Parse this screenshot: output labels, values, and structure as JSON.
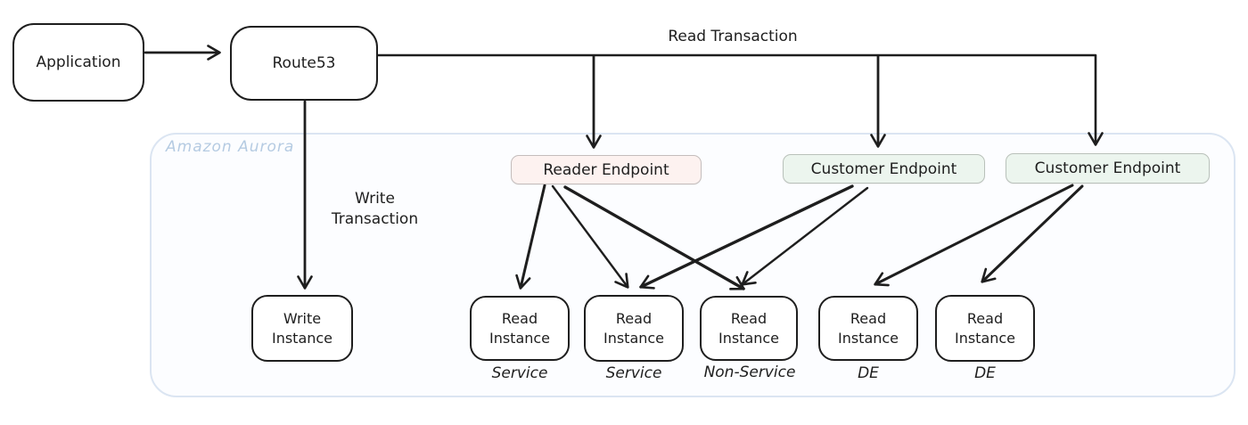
{
  "diagram": {
    "title": "Amazon Aurora read/write routing diagram",
    "colors": {
      "stroke": "#1e1e1e",
      "container_border": "#dbe5f2",
      "container_fill": "#fcfdff",
      "container_label_text": "#b5cbe2",
      "reader_endpoint_fill": "#fdf2f0",
      "customer_endpoint_fill": "#ecf5ee",
      "endpoint_border": "#bdc2be"
    },
    "nodes": {
      "application": {
        "label": "Application"
      },
      "route53": {
        "label": "Route53"
      },
      "aurora_container": {
        "label": "Amazon Aurora"
      },
      "reader_endpoint": {
        "label": "Reader Endpoint"
      },
      "customer_endpoint_1": {
        "label": "Customer Endpoint"
      },
      "customer_endpoint_2": {
        "label": "Customer Endpoint"
      },
      "write_instance": {
        "label": "Write Instance"
      },
      "read_instances": [
        {
          "label": "Read Instance",
          "sublabel": "Service"
        },
        {
          "label": "Read Instance",
          "sublabel": "Service"
        },
        {
          "label": "Read Instance",
          "sublabel": "Non-Service"
        },
        {
          "label": "Read Instance",
          "sublabel": "DE"
        },
        {
          "label": "Read Instance",
          "sublabel": "DE"
        }
      ]
    },
    "edge_labels": {
      "read_transaction": "Read Transaction",
      "write_transaction": "Write Transaction"
    },
    "connections": [
      "Application -> Route53",
      "Route53 -> Reader Endpoint (Read Transaction)",
      "Route53 -> Customer Endpoint 1 (Read Transaction)",
      "Route53 -> Customer Endpoint 2 (Read Transaction)",
      "Route53 -> Write Instance (Write Transaction)",
      "Reader Endpoint -> Read Instance Service 1",
      "Reader Endpoint -> Read Instance Service 2",
      "Reader Endpoint -> Read Instance Non-Service",
      "Customer Endpoint 1 -> Read Instance Service 2",
      "Customer Endpoint 1 -> Read Instance Non-Service",
      "Customer Endpoint 2 -> Read Instance DE 1",
      "Customer Endpoint 2 -> Read Instance DE 2"
    ]
  }
}
